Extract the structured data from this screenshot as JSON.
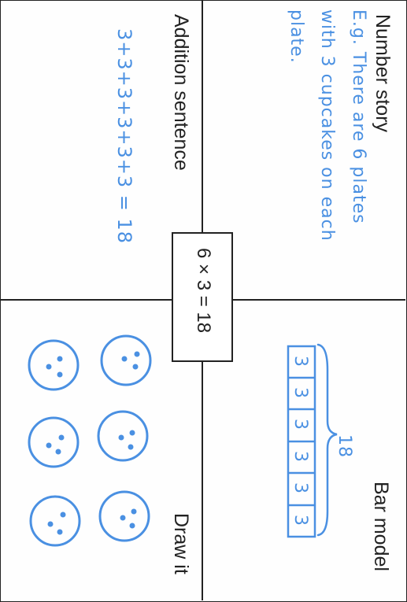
{
  "quadrants": {
    "number_story": {
      "heading": "Number story",
      "lines": [
        "E.g. There are 6 plates",
        "with 3 cupcakes on each",
        "plate."
      ]
    },
    "bar_model": {
      "heading": "Bar model",
      "total": "18",
      "cells": [
        "3",
        "3",
        "3",
        "3",
        "3",
        "3"
      ]
    },
    "addition_sentence": {
      "heading": "Addition sentence",
      "sentence": "3+3+3+3+3+3 = 18"
    },
    "draw_it": {
      "heading": "Draw it",
      "plates": 6,
      "cupcakes_per_plate": 3
    }
  },
  "center_equation": "6 × 3 = 18",
  "colors": {
    "ink": "#222222",
    "handwriting": "#4a90e2"
  }
}
